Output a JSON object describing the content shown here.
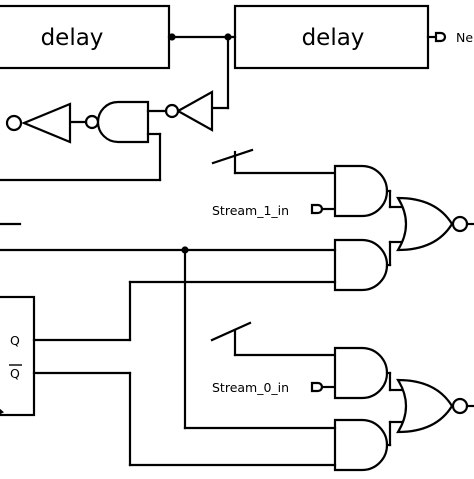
{
  "diagram": {
    "blocks": {
      "delay_left": "delay",
      "delay_right": "delay"
    },
    "outputs": {
      "truncated_output": "Ne"
    },
    "inputs": {
      "stream_1": "Stream_1_in",
      "stream_0": "Stream_0_in"
    },
    "flipflop": {
      "q": "Q",
      "q_bar": "Q"
    }
  }
}
